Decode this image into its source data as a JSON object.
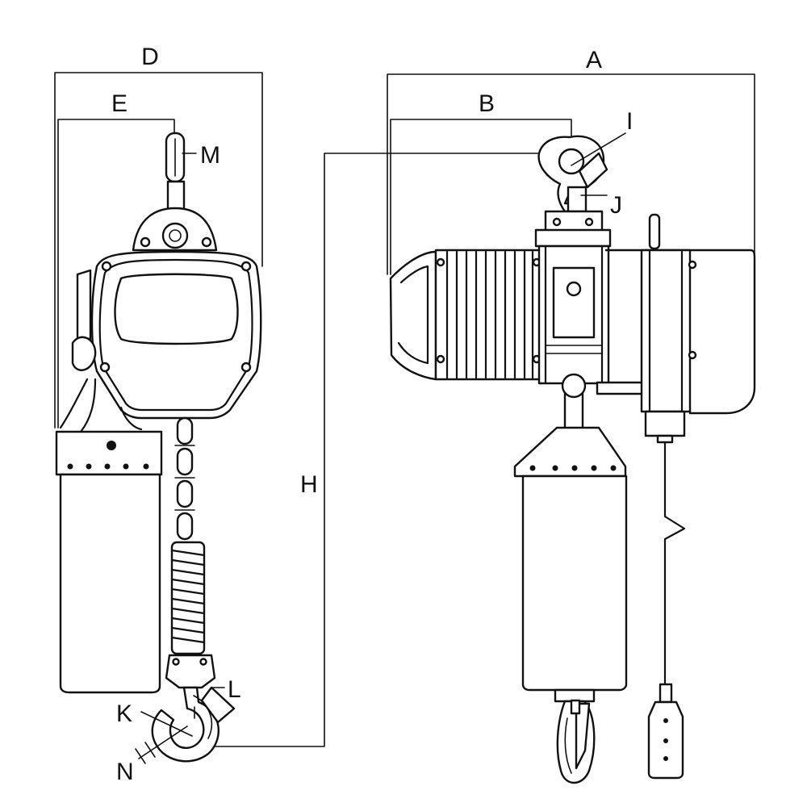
{
  "labels": {
    "A": "A",
    "B": "B",
    "D": "D",
    "E": "E",
    "H": "H",
    "I": "I",
    "J": "J",
    "K": "K",
    "L": "L",
    "M": "M",
    "N": "N"
  }
}
